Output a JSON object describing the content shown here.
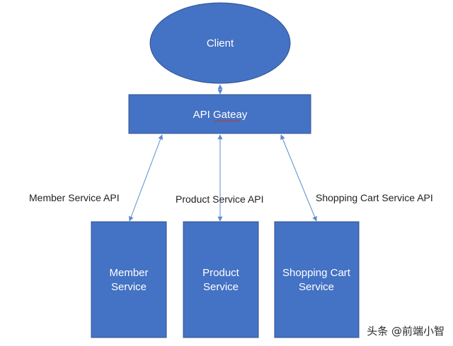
{
  "diagram": {
    "nodes": {
      "client": {
        "label": "Client"
      },
      "gateway": {
        "label": "API Gateay"
      },
      "member": {
        "line1": "Member",
        "line2": "Service"
      },
      "product": {
        "line1": "Product",
        "line2": "Service"
      },
      "cart": {
        "line1": "Shopping Cart",
        "line2": "Service"
      }
    },
    "edges": {
      "client_gateway": {
        "label": ""
      },
      "member": {
        "label": "Member Service API"
      },
      "product": {
        "label": "Product Service API"
      },
      "cart": {
        "label": "Shopping Cart Service API"
      }
    }
  },
  "colors": {
    "node_fill": "#4472c4",
    "node_border": "#2f528f",
    "arrow": "#5b8bd0",
    "gateway_underline": "#c0392b"
  },
  "watermark": {
    "text": "头条 @前端小智"
  }
}
